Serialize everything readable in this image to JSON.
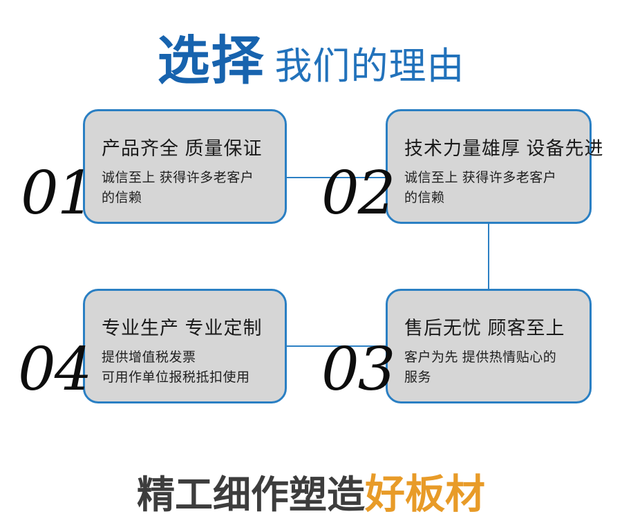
{
  "header": {
    "strong_text": "选择",
    "light_text": "我们的理由",
    "strong_color": "#1763ae",
    "light_color": "#2272bb"
  },
  "cards": [
    {
      "number": "01",
      "title": "产品齐全 质量保证",
      "body_lines": [
        "诚信至上 获得许多老客户",
        "的信赖"
      ]
    },
    {
      "number": "02",
      "title": "技术力量雄厚 设备先进",
      "body_lines": [
        "诚信至上 获得许多老客户",
        "的信赖"
      ]
    },
    {
      "number": "03",
      "title": "售后无忧 顾客至上",
      "body_lines": [
        "客户为先 提供热情贴心的",
        "服务"
      ]
    },
    {
      "number": "04",
      "title": "专业生产 专业定制",
      "body_lines": [
        "提供增值税发票",
        "可用作单位报税抵扣使用"
      ]
    }
  ],
  "footer": {
    "dark_text": "精工细作塑造",
    "accent_text": "好板材",
    "dark_color": "#3d3d3d",
    "accent_color": "#e89b28"
  },
  "theme": {
    "card_fill": "#d6d6d6",
    "card_border": "#2a7fc3",
    "connector": "#2c80c4",
    "background": "#ffffff"
  }
}
